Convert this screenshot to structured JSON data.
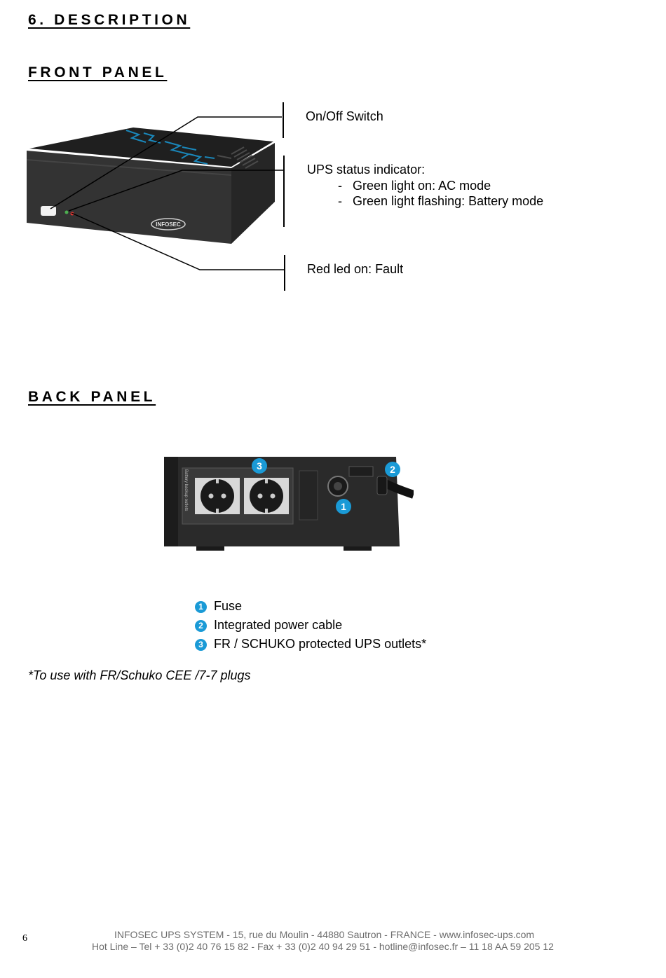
{
  "section_title": "6. DESCRIPTION",
  "front_panel": {
    "heading": "FRONT PANEL",
    "onoff_label": "On/Off Switch",
    "status_label": "UPS status indicator:",
    "status_items": [
      {
        "dash": "-",
        "text": "Green light on: AC mode"
      },
      {
        "dash": "-",
        "text": "Green light flashing: Battery mode"
      }
    ],
    "fault_label": "Red led on: Fault",
    "device_brand": "INFOSEC"
  },
  "back_panel": {
    "heading": "BACK PANEL",
    "callouts": [
      "1",
      "2",
      "3"
    ],
    "legend": [
      {
        "num": "1",
        "text": "Fuse"
      },
      {
        "num": "2",
        "text": "Integrated power cable"
      },
      {
        "num": "3",
        "text": "FR / SCHUKO protected UPS outlets*"
      }
    ],
    "footnote": "*To use with FR/Schuko CEE /7-7 plugs"
  },
  "footer": {
    "page_number": "6",
    "line1": "INFOSEC UPS SYSTEM - 15, rue du Moulin - 44880 Sautron - FRANCE -  www.infosec-ups.com",
    "line2": "Hot Line – Tel + 33 (0)2 40 76 15 82 - Fax + 33 (0)2 40 94 29 51 - hotline@infosec.fr – 11 18 AA 59 205 12"
  },
  "colors": {
    "accent_blue": "#1a9ad6",
    "device_body": "#2b2b2b",
    "footer_text": "#6d6d6d"
  }
}
